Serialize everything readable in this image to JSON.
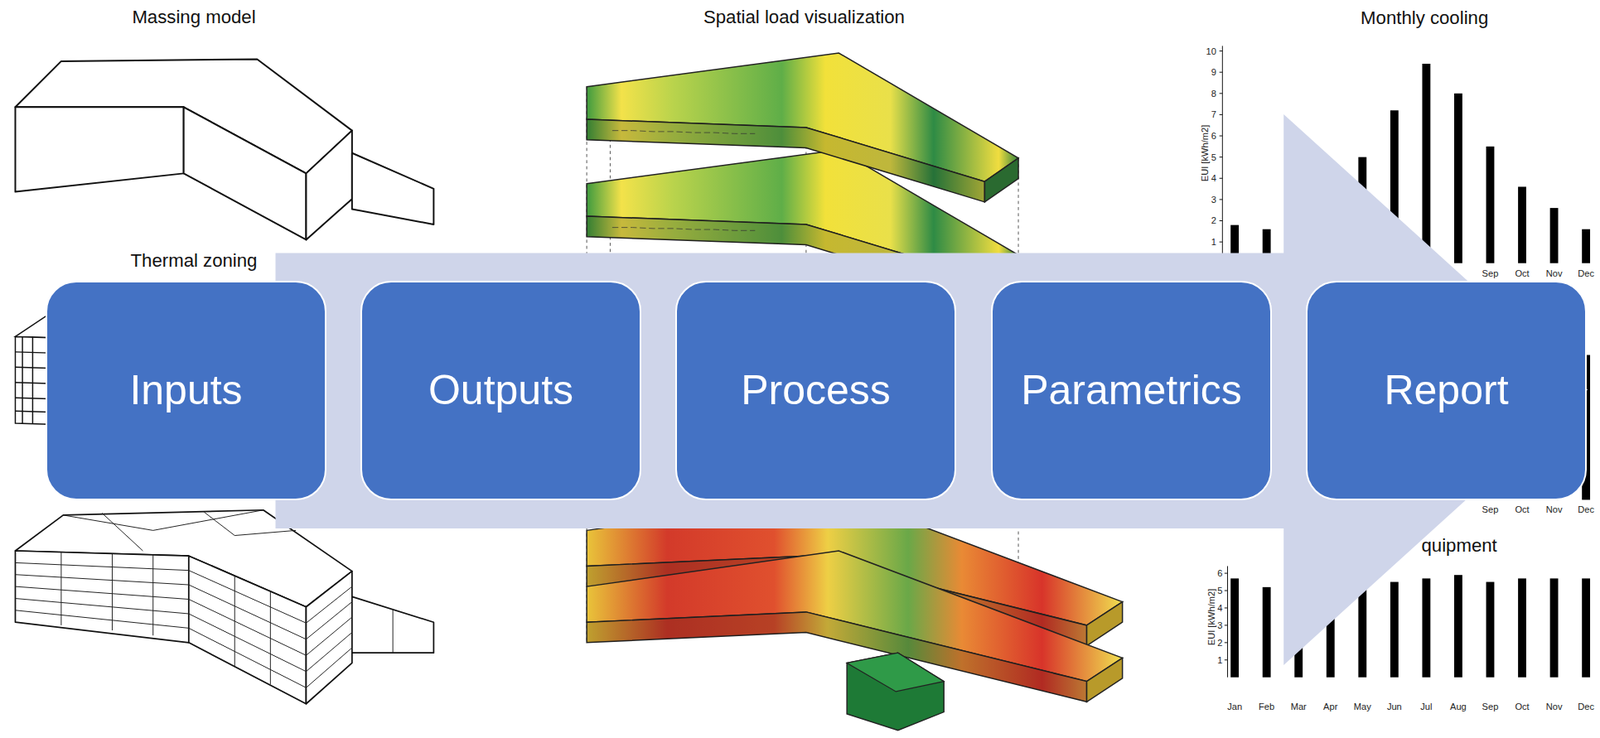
{
  "diagram": {
    "nodes": [
      {
        "text": [
          "Inputs"
        ]
      },
      {
        "text": [
          "Outputs"
        ]
      },
      {
        "text": [
          "Process"
        ]
      },
      {
        "text": [
          "Parametrics"
        ]
      },
      {
        "text": [
          "Report"
        ]
      }
    ],
    "labels": [
      "Massing model",
      "Thermal zoning",
      "Spatial load visualization",
      "Monthly cooling",
      "EUI [kWh/m2]",
      "1",
      "2",
      "3",
      "4",
      "5",
      "6",
      "7",
      "8",
      "9",
      "10",
      "Sep",
      "Oct",
      "Nov",
      "Dec",
      "Sep",
      "Oct",
      "Nov",
      "Dec",
      "quipment",
      "EUI [kWh/m2]",
      "1",
      "2",
      "3",
      "4",
      "5",
      "6",
      "Jan",
      "Feb",
      "Mar",
      "Apr",
      "May",
      "Jun",
      "Jul",
      "Aug",
      "Sep",
      "Oct",
      "Nov",
      "Dec"
    ]
  }
}
